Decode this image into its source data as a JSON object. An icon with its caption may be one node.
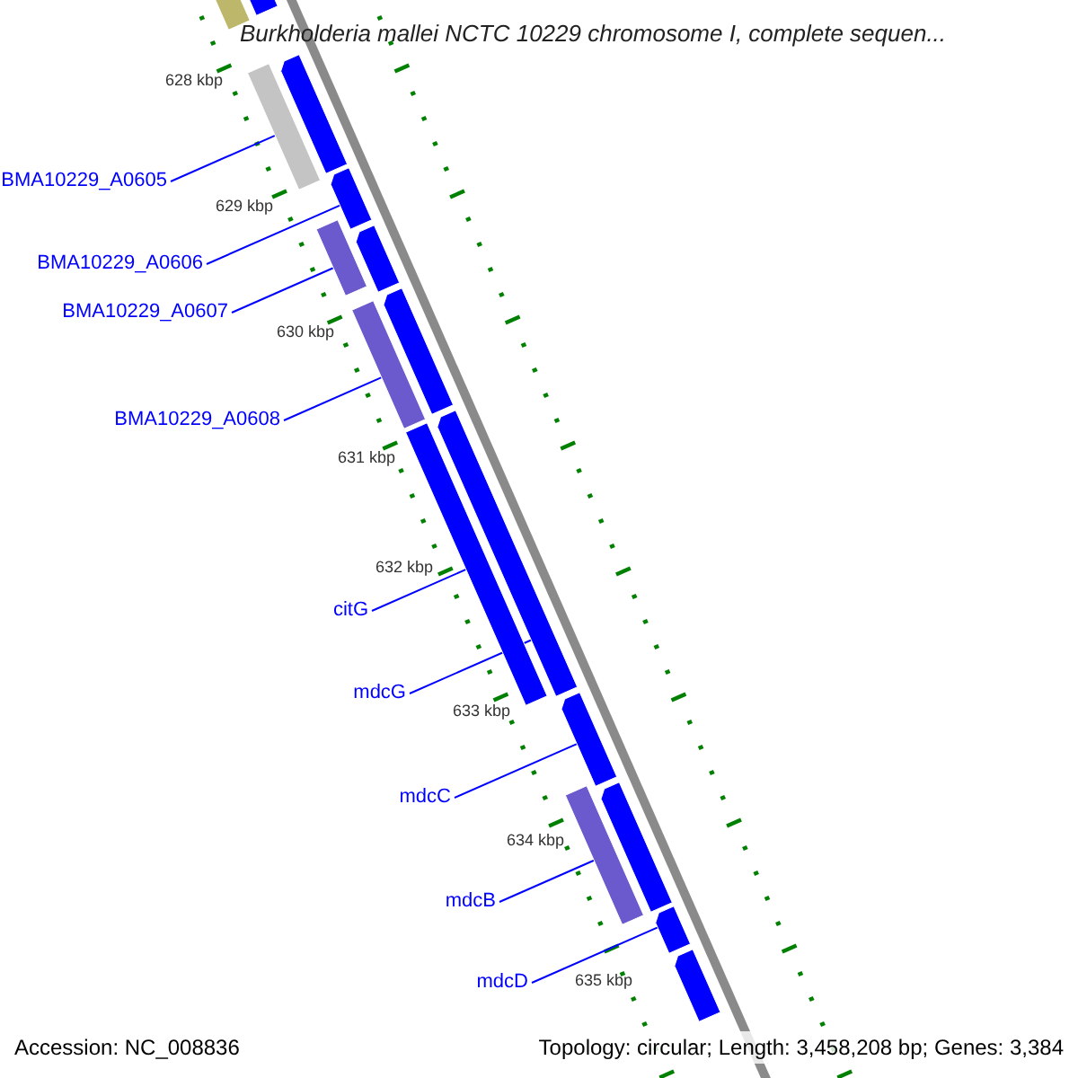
{
  "diagram": {
    "title": "Burkholderia mallei NCTC 10229 chromosome I, complete sequen...",
    "nodes": [
      {
        "text": [
          "BMA10229_A0605"
        ]
      },
      {
        "text": [
          "BMA10229_A0606"
        ]
      },
      {
        "text": [
          "BMA10229_A0607"
        ]
      },
      {
        "text": [
          "BMA10229_A0608"
        ]
      },
      {
        "text": [
          "citG"
        ]
      },
      {
        "text": [
          "mdcG"
        ]
      },
      {
        "text": [
          "mdcC"
        ]
      },
      {
        "text": [
          "mdcB"
        ]
      },
      {
        "text": [
          "mdcD"
        ]
      },
      {
        "text": [],
        "shape": "bar"
      },
      {
        "text": [],
        "shape": "bar"
      },
      {
        "text": [],
        "shape": "bar"
      },
      {
        "text": [],
        "shape": "bar"
      },
      {
        "text": [],
        "shape": "bar"
      },
      {
        "text": [],
        "shape": "bar"
      },
      {
        "text": [],
        "shape": "bar"
      },
      {
        "text": [],
        "shape": "bar"
      },
      {
        "text": [],
        "shape": "bar"
      },
      {
        "text": [],
        "shape": "bar"
      },
      {
        "text": [],
        "shape": "bar"
      },
      {
        "text": [],
        "shape": "bar"
      },
      {
        "text": [],
        "shape": "bar"
      },
      {
        "text": [],
        "shape": "bar"
      },
      {
        "text": [],
        "shape": "bar"
      },
      {
        "text": [],
        "shape": "bar"
      }
    ],
    "edges": [
      {
        "from": 0,
        "to": 12,
        "arrow": "none"
      },
      {
        "from": 1,
        "to": 13,
        "arrow": "none"
      },
      {
        "from": 2,
        "to": 14,
        "arrow": "none"
      },
      {
        "from": 3,
        "to": 17,
        "arrow": "none"
      },
      {
        "from": 4,
        "to": 19,
        "arrow": "none"
      },
      {
        "from": 5,
        "to": 18,
        "arrow": "none"
      },
      {
        "from": 6,
        "to": 20,
        "arrow": "none"
      },
      {
        "from": 7,
        "to": 22,
        "arrow": "none"
      },
      {
        "from": 8,
        "to": 23,
        "arrow": "none"
      }
    ],
    "labels": [
      "628 kbp",
      "629 kbp",
      "630 kbp",
      "631 kbp",
      "632 kbp",
      "633 kbp",
      "634 kbp",
      "635 kbp",
      "Accession: NC_008836",
      "Topology: circular; Length: 3,458,208 bp; Genes: 3,384"
    ]
  }
}
